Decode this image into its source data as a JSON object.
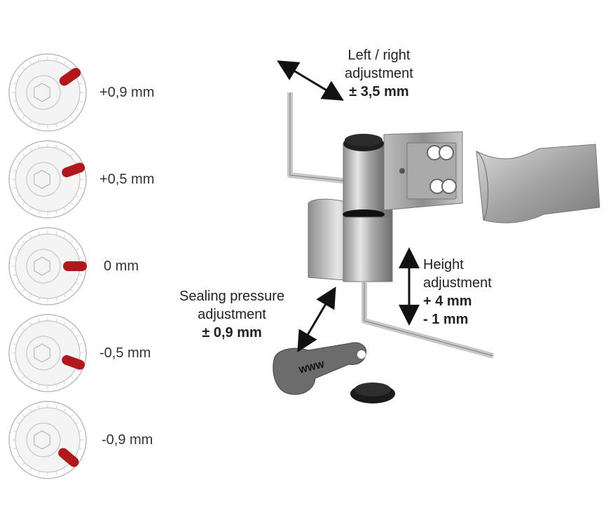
{
  "dials": [
    {
      "label": "+0,9 mm",
      "angle": 35
    },
    {
      "label": "+0,5 mm",
      "angle": 20
    },
    {
      "label": "0 mm",
      "angle": 0
    },
    {
      "label": "-0,5 mm",
      "angle": -20
    },
    {
      "label": "-0,9 mm",
      "angle": -40
    }
  ],
  "callouts": {
    "left_right": {
      "line1": "Left / right",
      "line2": "adjustment",
      "value": "± 3,5 mm"
    },
    "height": {
      "line1": "Height",
      "line2": "adjustment",
      "value1": "+ 4 mm",
      "value2": "- 1 mm"
    },
    "sealing": {
      "line1": "Sealing pressure",
      "line2": "adjustment",
      "value": "± 0,9 mm"
    }
  },
  "brand_mark": "WWW",
  "colors": {
    "lever": "#b0181c",
    "metal": "#b9b9b9",
    "dark": "#1a1a1a",
    "arrow": "#111111"
  }
}
